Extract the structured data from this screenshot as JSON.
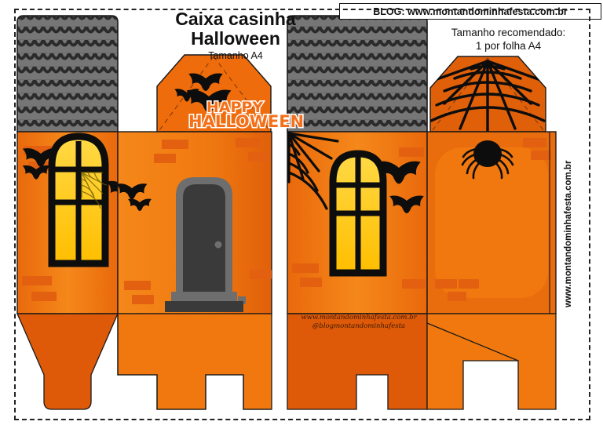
{
  "page": {
    "title_line1": "Caixa casinha",
    "title_line2": "Halloween",
    "subtitle": "Tamanho A4",
    "blog_banner": "BLOG: www.montandominhafesta.com.br",
    "recommend_line1": "Tamanho recomendado:",
    "recommend_line2": "1 por folha A4"
  },
  "watermark": {
    "site": "www.montandominhafesta.com.br",
    "handle": "@blogmontandominhafesta",
    "vertical_site": "www.montandominhafesta.com.br"
  },
  "logo": {
    "line1": "HAPPY",
    "line2": "HALLOWEEN"
  },
  "colors": {
    "orange_light": "#F5881A",
    "orange_mid": "#F07810",
    "orange_dark": "#E0600A",
    "orange_deep": "#D9550A",
    "brick": "#E2600F",
    "brick_dark": "#D4530B",
    "roof_gray": "#767676",
    "roof_dark": "#2B2B2B",
    "door": "#3A3A3A",
    "door_frame": "#6E6E6E",
    "window_yellow": "#FFC814",
    "window_yellow_light": "#FFD945",
    "black": "#111111",
    "white": "#FFFFFF"
  },
  "template": {
    "panels": [
      {
        "name": "roof-left",
        "kind": "roof"
      },
      {
        "name": "roof-right",
        "kind": "roof"
      },
      {
        "name": "wall-front-left",
        "kind": "wall"
      },
      {
        "name": "wall-front-door",
        "kind": "wall"
      },
      {
        "name": "wall-back-window",
        "kind": "wall"
      },
      {
        "name": "wall-side-right",
        "kind": "wall"
      },
      {
        "name": "gable-front",
        "kind": "gable"
      },
      {
        "name": "gable-back",
        "kind": "gable"
      }
    ],
    "decorations": [
      "bats",
      "cobweb",
      "spider",
      "bricks",
      "window",
      "door",
      "shingles"
    ]
  }
}
